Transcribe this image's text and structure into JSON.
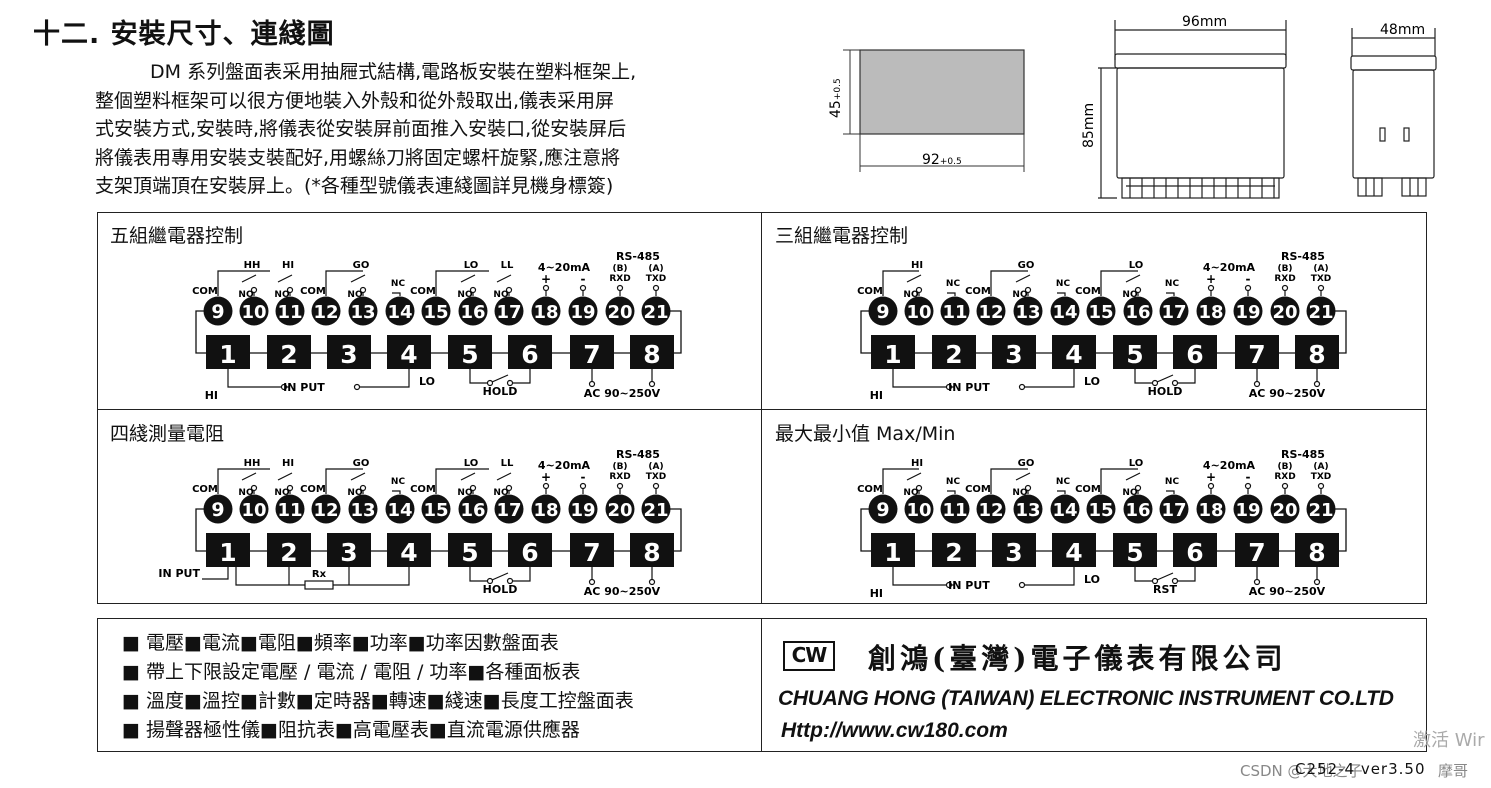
{
  "section_title": "十二. 安裝尺寸、連綫圖",
  "intro_lines": [
    "DM 系列盤面表采用抽屜式結構,電路板安裝在塑料框架上,",
    "整個塑料框架可以很方便地裝入外殼和從外殼取出,儀表采用屏",
    "式安裝方式,安裝時,將儀表從安裝屏前面推入安裝口,從安裝屏后",
    "將儀表用專用安裝支裝配好,用螺絲刀將固定螺杆旋緊,應注意將",
    "支架頂端頂在安裝屏上。(*各種型號儀表連綫圖詳見機身標簽)"
  ],
  "dimensions": {
    "cutout_height": "45",
    "cutout_height_tol": "+0.5",
    "cutout_width": "92",
    "cutout_width_tol": "+0.5",
    "front_width": "96mm",
    "depth": "85mm",
    "side_width": "48mm"
  },
  "panels": [
    {
      "title": "五組繼電器控制",
      "variant": "five_relay",
      "bottom_left": "HI",
      "bottom_mid": "IN PUT",
      "bottom_right": "LO",
      "hold_label": "HOLD"
    },
    {
      "title": "三組繼電器控制",
      "variant": "three_relay",
      "bottom_left": "HI",
      "bottom_mid": "IN PUT",
      "bottom_right": "LO",
      "hold_label": "HOLD"
    },
    {
      "title": "四綫測量電阻",
      "variant": "four_wire",
      "bottom_left": "IN PUT",
      "rx_label": "Rx",
      "hold_label": "HOLD"
    },
    {
      "title": "最大最小值 Max/Min",
      "variant": "maxmin",
      "bottom_left": "HI",
      "bottom_mid": "IN PUT",
      "bottom_right": "LO",
      "hold_label": "RST"
    }
  ],
  "terminal_numbers_top": [
    "9",
    "10",
    "11",
    "12",
    "13",
    "14",
    "15",
    "16",
    "17",
    "18",
    "19",
    "20",
    "21"
  ],
  "terminal_numbers_bottom": [
    "1",
    "2",
    "3",
    "4",
    "5",
    "6",
    "7",
    "8"
  ],
  "labels": {
    "com": "COM",
    "no": "NO",
    "nc": "NC",
    "hh": "HH",
    "hi": "HI",
    "go": "GO",
    "lo": "LO",
    "ll": "LL",
    "current": "4~20mA",
    "plus": "+",
    "minus": "-",
    "rs485": "RS-485",
    "b": "(B)",
    "a": "(A)",
    "rxd": "RXD",
    "txd": "TXD",
    "ac": "AC 90~250V"
  },
  "product_list": [
    "■ 電壓■電流■電阻■頻率■功率■功率因數盤面表",
    "■ 帶上下限設定電壓 / 電流 / 電阻 / 功率■各種面板表",
    "■ 溫度■溫控■計數■定時器■轉速■綫速■長度工控盤面表",
    "■ 揚聲器極性儀■阻抗表■高電壓表■直流電源供應器"
  ],
  "company": {
    "logo": "CW",
    "chinese_name": "創鴻(臺灣)電子儀表有限公司",
    "english_name": "CHUANG HONG (TAIWAN) ELECTRONIC INSTRUMENT CO.LTD",
    "url": "Http://www.cw180.com"
  },
  "footer_version": "C252-4 ver3.50",
  "footer_csdn": "CSDN @大地之子",
  "footer_author": "摩哥",
  "watermark": "激活 Wir"
}
